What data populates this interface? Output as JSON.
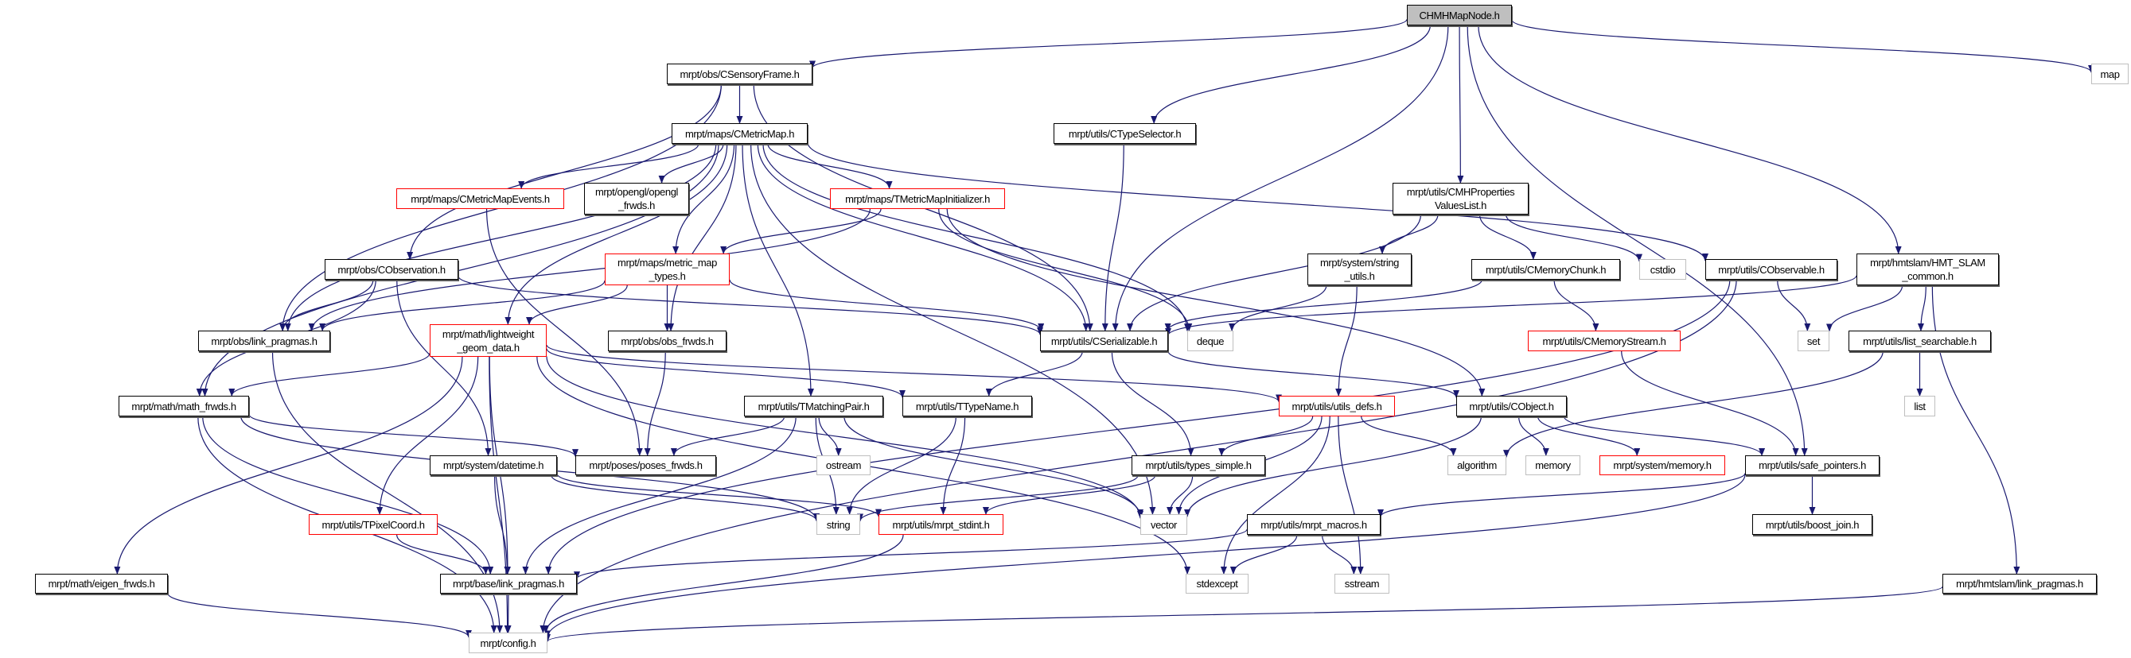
{
  "graph": {
    "title": "CHMHMapNode.h",
    "edge_color": "#191970",
    "nodes": [
      {
        "id": "root",
        "label": "CHMHMapNode.h",
        "style": "main"
      },
      {
        "id": "sensoryframe",
        "label": "mrpt/obs/CSensoryFrame.h",
        "style": "normal"
      },
      {
        "id": "metricmap",
        "label": "mrpt/maps/CMetricMap.h",
        "style": "normal"
      },
      {
        "id": "metricmapevents",
        "label": "mrpt/maps/CMetricMapEvents.h",
        "style": "red"
      },
      {
        "id": "openglfrwds",
        "label": "mrpt/opengl/opengl\n_frwds.h",
        "style": "normal"
      },
      {
        "id": "tmetricmapinit",
        "label": "mrpt/maps/TMetricMapInitializer.h",
        "style": "red"
      },
      {
        "id": "metricmaptypes",
        "label": "mrpt/maps/metric_map\n_types.h",
        "style": "red"
      },
      {
        "id": "cobservation",
        "label": "mrpt/obs/CObservation.h",
        "style": "normal"
      },
      {
        "id": "obslinkpragmas",
        "label": "mrpt/obs/link_pragmas.h",
        "style": "normal"
      },
      {
        "id": "lightweight",
        "label": "mrpt/math/lightweight\n_geom_data.h",
        "style": "red"
      },
      {
        "id": "obsfrwds",
        "label": "mrpt/obs/obs_frwds.h",
        "style": "normal"
      },
      {
        "id": "ctypeselector",
        "label": "mrpt/utils/CTypeSelector.h",
        "style": "normal"
      },
      {
        "id": "cmhprops",
        "label": "mrpt/utils/CMHProperties\nValuesList.h",
        "style": "normal"
      },
      {
        "id": "map",
        "label": "map",
        "style": "gray"
      },
      {
        "id": "stringutils",
        "label": "mrpt/system/string\n_utils.h",
        "style": "normal"
      },
      {
        "id": "cmemorychunk",
        "label": "mrpt/utils/CMemoryChunk.h",
        "style": "normal"
      },
      {
        "id": "cstdio",
        "label": "cstdio",
        "style": "gray"
      },
      {
        "id": "cobservable",
        "label": "mrpt/utils/CObservable.h",
        "style": "normal"
      },
      {
        "id": "hmtslamcommon",
        "label": "mrpt/hmtslam/HMT_SLAM\n_common.h",
        "style": "normal"
      },
      {
        "id": "cserializable",
        "label": "mrpt/utils/CSerializable.h",
        "style": "normal"
      },
      {
        "id": "deque",
        "label": "deque",
        "style": "gray"
      },
      {
        "id": "cmemorystream",
        "label": "mrpt/utils/CMemoryStream.h",
        "style": "red"
      },
      {
        "id": "set",
        "label": "set",
        "style": "gray"
      },
      {
        "id": "listsearchable",
        "label": "mrpt/utils/list_searchable.h",
        "style": "normal"
      },
      {
        "id": "mathfrwds",
        "label": "mrpt/math/math_frwds.h",
        "style": "normal"
      },
      {
        "id": "tmatchingpair",
        "label": "mrpt/utils/TMatchingPair.h",
        "style": "normal"
      },
      {
        "id": "ttypename",
        "label": "mrpt/utils/TTypeName.h",
        "style": "normal"
      },
      {
        "id": "utilsdefs",
        "label": "mrpt/utils/utils_defs.h",
        "style": "red"
      },
      {
        "id": "cobject",
        "label": "mrpt/utils/CObject.h",
        "style": "normal"
      },
      {
        "id": "list",
        "label": "list",
        "style": "gray"
      },
      {
        "id": "datetime",
        "label": "mrpt/system/datetime.h",
        "style": "normal"
      },
      {
        "id": "posesfrwds",
        "label": "mrpt/poses/poses_frwds.h",
        "style": "normal"
      },
      {
        "id": "ostream",
        "label": "ostream",
        "style": "gray"
      },
      {
        "id": "typessimple",
        "label": "mrpt/utils/types_simple.h",
        "style": "normal"
      },
      {
        "id": "algorithm",
        "label": "algorithm",
        "style": "gray"
      },
      {
        "id": "memory",
        "label": "memory",
        "style": "gray"
      },
      {
        "id": "sysmemory",
        "label": "mrpt/system/memory.h",
        "style": "red"
      },
      {
        "id": "safepointers",
        "label": "mrpt/utils/safe_pointers.h",
        "style": "normal"
      },
      {
        "id": "tpixelcoord",
        "label": "mrpt/utils/TPixelCoord.h",
        "style": "red"
      },
      {
        "id": "string",
        "label": "string",
        "style": "gray"
      },
      {
        "id": "mrptstdint",
        "label": "mrpt/utils/mrpt_stdint.h",
        "style": "red"
      },
      {
        "id": "vector",
        "label": "vector",
        "style": "gray"
      },
      {
        "id": "mrptmacros",
        "label": "mrpt/utils/mrpt_macros.h",
        "style": "normal"
      },
      {
        "id": "boostjoin",
        "label": "mrpt/utils/boost_join.h",
        "style": "normal"
      },
      {
        "id": "eigenfrwds",
        "label": "mrpt/math/eigen_frwds.h",
        "style": "normal"
      },
      {
        "id": "baselinkpragmas",
        "label": "mrpt/base/link_pragmas.h",
        "style": "normal"
      },
      {
        "id": "stdexcept",
        "label": "stdexcept",
        "style": "gray"
      },
      {
        "id": "sstream",
        "label": "sstream",
        "style": "gray"
      },
      {
        "id": "hmtslamlinkpragmas",
        "label": "mrpt/hmtslam/link_pragmas.h",
        "style": "normal"
      },
      {
        "id": "config",
        "label": "mrpt/config.h",
        "style": "gray"
      }
    ],
    "edges": [
      [
        "root",
        "sensoryframe"
      ],
      [
        "root",
        "ctypeselector"
      ],
      [
        "root",
        "cserializable"
      ],
      [
        "root",
        "cmhprops"
      ],
      [
        "root",
        "hmtslamcommon"
      ],
      [
        "root",
        "safepointers"
      ],
      [
        "root",
        "map"
      ],
      [
        "sensoryframe",
        "metricmap"
      ],
      [
        "sensoryframe",
        "obslinkpragmas"
      ],
      [
        "sensoryframe",
        "cobservation"
      ],
      [
        "sensoryframe",
        "cserializable"
      ],
      [
        "metricmap",
        "metricmapevents"
      ],
      [
        "metricmap",
        "openglfrwds"
      ],
      [
        "metricmap",
        "tmetricmapinit"
      ],
      [
        "metricmap",
        "metricmaptypes"
      ],
      [
        "metricmap",
        "obsfrwds"
      ],
      [
        "metricmap",
        "tmatchingpair"
      ],
      [
        "metricmap",
        "lightweight"
      ],
      [
        "metricmap",
        "mathfrwds"
      ],
      [
        "metricmap",
        "obslinkpragmas"
      ],
      [
        "metricmap",
        "cserializable"
      ],
      [
        "metricmap",
        "deque"
      ],
      [
        "metricmap",
        "cobservable"
      ],
      [
        "metricmap",
        "vector"
      ],
      [
        "tmetricmapinit",
        "metricmaptypes"
      ],
      [
        "tmetricmapinit",
        "obslinkpragmas"
      ],
      [
        "tmetricmapinit",
        "deque"
      ],
      [
        "tmetricmapinit",
        "cobject"
      ],
      [
        "metricmapevents",
        "posesfrwds"
      ],
      [
        "metricmaptypes",
        "obslinkpragmas"
      ],
      [
        "metricmaptypes",
        "lightweight"
      ],
      [
        "metricmaptypes",
        "obsfrwds"
      ],
      [
        "metricmaptypes",
        "cserializable"
      ],
      [
        "cobservation",
        "obslinkpragmas"
      ],
      [
        "cobservation",
        "mathfrwds"
      ],
      [
        "cobservation",
        "datetime"
      ],
      [
        "cobservation",
        "cserializable"
      ],
      [
        "obslinkpragmas",
        "config"
      ],
      [
        "lightweight",
        "mathfrwds"
      ],
      [
        "lightweight",
        "eigenfrwds"
      ],
      [
        "lightweight",
        "tpixelcoord"
      ],
      [
        "lightweight",
        "baselinkpragmas"
      ],
      [
        "lightweight",
        "config"
      ],
      [
        "lightweight",
        "ttypename"
      ],
      [
        "lightweight",
        "utilsdefs"
      ],
      [
        "lightweight",
        "stdexcept"
      ],
      [
        "lightweight",
        "vector"
      ],
      [
        "obsfrwds",
        "posesfrwds"
      ],
      [
        "ctypeselector",
        "cserializable"
      ],
      [
        "cmhprops",
        "cserializable"
      ],
      [
        "cmhprops",
        "stringutils"
      ],
      [
        "cmhprops",
        "cmemorychunk"
      ],
      [
        "cmhprops",
        "cstdio"
      ],
      [
        "stringutils",
        "deque"
      ],
      [
        "stringutils",
        "utilsdefs"
      ],
      [
        "cmemorychunk",
        "cserializable"
      ],
      [
        "cmemorychunk",
        "cmemorystream"
      ],
      [
        "cobservable",
        "baselinkpragmas"
      ],
      [
        "cobservable",
        "set"
      ],
      [
        "cobservable",
        "config"
      ],
      [
        "hmtslamcommon",
        "cserializable"
      ],
      [
        "hmtslamcommon",
        "set"
      ],
      [
        "hmtslamcommon",
        "listsearchable"
      ],
      [
        "hmtslamcommon",
        "hmtslamlinkpragmas"
      ],
      [
        "cserializable",
        "typessimple"
      ],
      [
        "cserializable",
        "cobject"
      ],
      [
        "cserializable",
        "ttypename"
      ],
      [
        "listsearchable",
        "list"
      ],
      [
        "listsearchable",
        "algorithm"
      ],
      [
        "cmemorystream",
        "safepointers"
      ],
      [
        "utilsdefs",
        "typessimple"
      ],
      [
        "utilsdefs",
        "vector"
      ],
      [
        "utilsdefs",
        "stdexcept"
      ],
      [
        "utilsdefs",
        "sstream"
      ],
      [
        "utilsdefs",
        "algorithm"
      ],
      [
        "cobject",
        "memory"
      ],
      [
        "cobject",
        "sysmemory"
      ],
      [
        "cobject",
        "safepointers"
      ],
      [
        "cobject",
        "vector"
      ],
      [
        "typessimple",
        "vector"
      ],
      [
        "typessimple",
        "string"
      ],
      [
        "typessimple",
        "mrptstdint"
      ],
      [
        "safepointers",
        "mrptmacros"
      ],
      [
        "safepointers",
        "boostjoin"
      ],
      [
        "safepointers",
        "config"
      ],
      [
        "mrptmacros",
        "baselinkpragmas"
      ],
      [
        "mrptmacros",
        "stdexcept"
      ],
      [
        "mrptmacros",
        "sstream"
      ],
      [
        "hmtslamlinkpragmas",
        "config"
      ],
      [
        "mathfrwds",
        "posesfrwds"
      ],
      [
        "mathfrwds",
        "string"
      ],
      [
        "mathfrwds",
        "baselinkpragmas"
      ],
      [
        "mathfrwds",
        "config"
      ],
      [
        "tmatchingpair",
        "posesfrwds"
      ],
      [
        "tmatchingpair",
        "ostream"
      ],
      [
        "tmatchingpair",
        "string"
      ],
      [
        "tmatchingpair",
        "vector"
      ],
      [
        "tmatchingpair",
        "baselinkpragmas"
      ],
      [
        "ttypename",
        "string"
      ],
      [
        "ttypename",
        "mrptstdint"
      ],
      [
        "datetime",
        "baselinkpragmas"
      ],
      [
        "datetime",
        "string"
      ],
      [
        "datetime",
        "mrptstdint"
      ],
      [
        "tpixelcoord",
        "baselinkpragmas"
      ],
      [
        "mrptstdint",
        "config"
      ],
      [
        "eigenfrwds",
        "config"
      ],
      [
        "baselinkpragmas",
        "config"
      ]
    ]
  }
}
